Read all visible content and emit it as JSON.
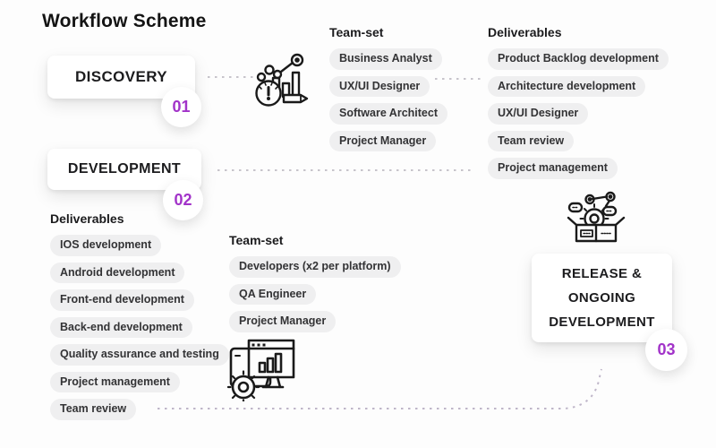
{
  "title": "Workflow Scheme",
  "accent_color": "#a233c9",
  "pill_bg_color": "#efeff0",
  "stages": {
    "discovery": {
      "label": "DISCOVERY",
      "number": "01"
    },
    "development": {
      "label": "DEVELOPMENT",
      "number": "02"
    },
    "release": {
      "lines": [
        "RELEASE &",
        "ONGOING",
        "DEVELOPMENT"
      ],
      "number": "03"
    }
  },
  "groups": {
    "discovery_teamset": {
      "heading": "Team-set",
      "items": [
        "Business Analyst",
        "UX/UI Designer",
        "Software Architect",
        "Project Manager"
      ]
    },
    "discovery_deliverables": {
      "heading": "Deliverables",
      "items": [
        "Product Backlog development",
        "Architecture development",
        "UX/UI Designer",
        "Team review",
        "Project management"
      ]
    },
    "development_deliverables": {
      "heading": "Deliverables",
      "items": [
        "IOS development",
        "Android development",
        "Front-end development",
        "Back-end development",
        "Quality assurance and testing",
        "Project management",
        "Team review"
      ]
    },
    "development_teamset": {
      "heading": "Team-set",
      "items": [
        "Developers (x2 per platform)",
        "QA Engineer",
        "Project Manager"
      ]
    }
  },
  "icons": {
    "analytics": "analytics-gauge-icon",
    "devwindow": "dev-window-gear-icon",
    "release": "release-box-gear-icon"
  }
}
